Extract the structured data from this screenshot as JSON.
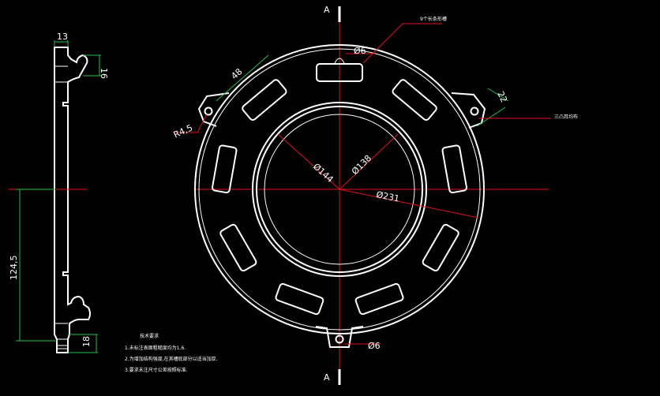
{
  "section": {
    "top_label": "A",
    "bottom_label": "A"
  },
  "side_view": {
    "dim_width": "13",
    "dim_notch": "16",
    "dim_height": "124,5",
    "dim_bottom": "18"
  },
  "front_view": {
    "dim_slot_length": "48",
    "dim_radius": "R4,5",
    "dim_hole_top": "Ø6",
    "dim_hole_bottom": "Ø6",
    "dim_tab": "22",
    "dim_inner_dia": "Ø144",
    "dim_bore_dia": "Ø138",
    "dim_outer_dia": "Ø231",
    "callout_top_right": "9个长条形槽",
    "callout_right": "三凸耳均布"
  },
  "tech_notes": {
    "title": "技术要求",
    "lines": [
      "1.未标注表面粗糙度均为1.6.",
      "2.为增加结构强度,在其槽底部分以适当加厚.",
      "3.要求未注尺寸公差按照标准."
    ]
  }
}
